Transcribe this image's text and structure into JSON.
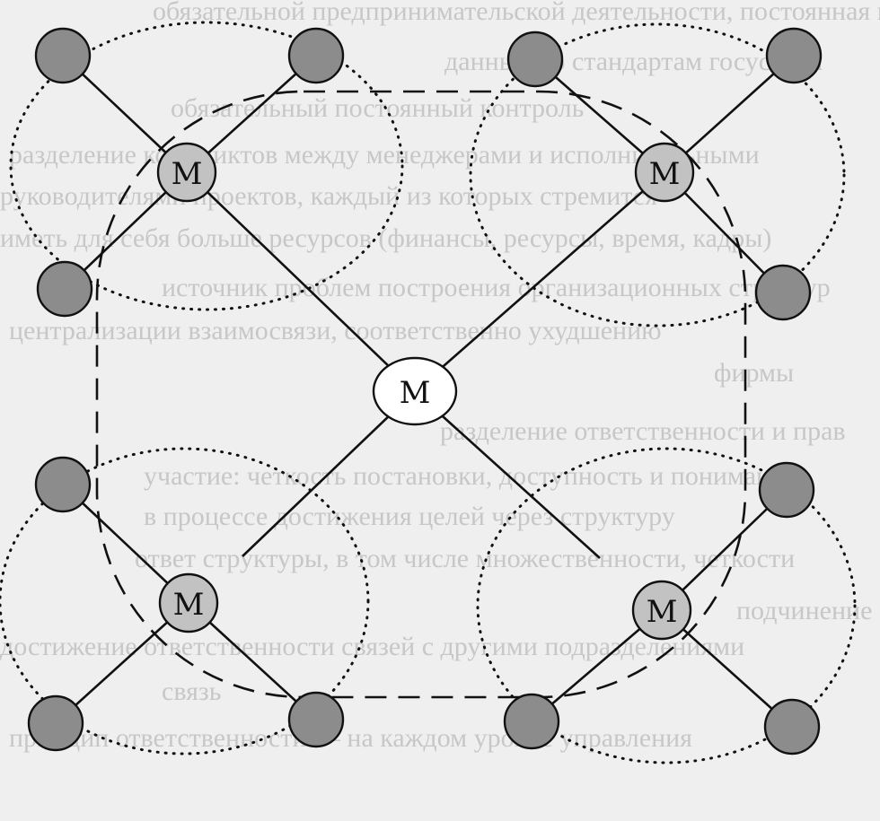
{
  "colors": {
    "paper": "#efefef",
    "manager_fill_outer": "#c2c2c2",
    "manager_fill_center": "#ffffff",
    "leaf_fill": "#8c8c8c",
    "ink": "#111111"
  },
  "diagram": {
    "nodes": {
      "center": "M",
      "top_left": "M",
      "top_right": "M",
      "bottom_left": "M",
      "bottom_right": "M"
    }
  },
  "background_text": {
    "lines": [
      "обязательной предпринимательской деятельности, постоянная возможность изучения",
      "данных по стандартам госуслуги",
      "обязательный постоянный контроль",
      "разделение конфликтов между менеджерами и исполнительными",
      "руководителями проектов, каждый из которых стремится",
      "иметь для себя больше ресурсов (финансы, ресурсы, время, кадры)",
      "источник проблем построения организационных структур",
      "централизации взаимосвязи, соответственно ухудшению",
      "фирмы",
      "разделение ответственности и прав",
      "участие: четкость постановки, доступность и понимание",
      "в процессе достижения целей через структуру",
      "ответ структуры, в том числе множественности, четкости",
      "подчинение",
      "достижение ответственности связей с другими подразделениями",
      "связь",
      "принцип ответственности — на каждом уровне управления"
    ]
  }
}
